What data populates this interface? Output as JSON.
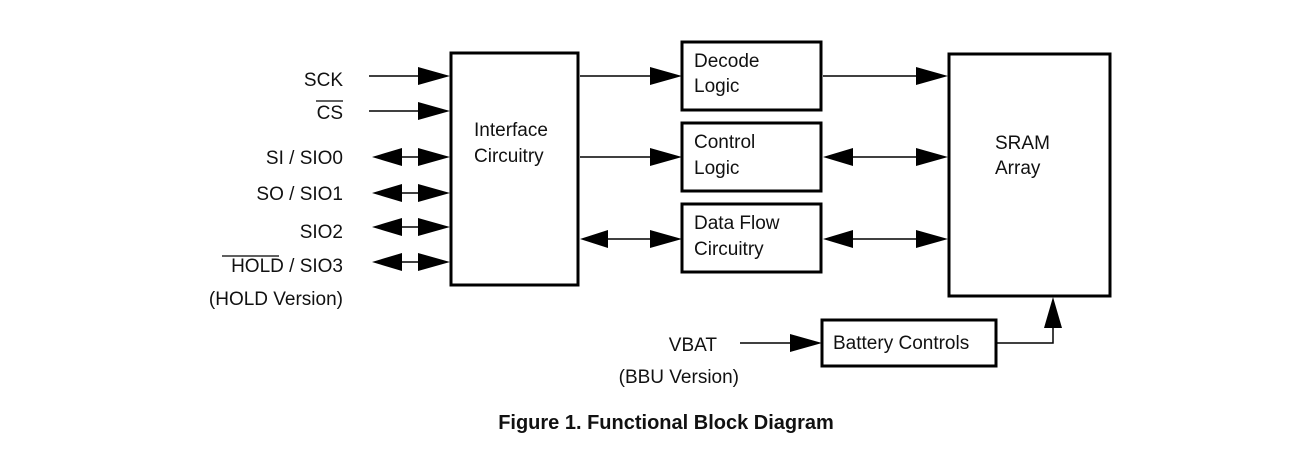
{
  "diagram": {
    "signals": [
      {
        "id": "sck",
        "label": "SCK",
        "overbar": "",
        "suffix": "",
        "direction": "in"
      },
      {
        "id": "cs",
        "label": "CS",
        "overbar": "CS",
        "suffix": "",
        "direction": "in"
      },
      {
        "id": "sio0",
        "label": "SI / SIO0",
        "overbar": "",
        "suffix": "",
        "direction": "bidirectional"
      },
      {
        "id": "sio1",
        "label": "SO / SIO1",
        "overbar": "",
        "suffix": "",
        "direction": "bidirectional"
      },
      {
        "id": "sio2",
        "label": "SIO2",
        "overbar": "",
        "suffix": "",
        "direction": "bidirectional"
      },
      {
        "id": "sio3",
        "label": "HOLD / SIO3",
        "overbar": "HOLD",
        "suffix": " / SIO3",
        "direction": "bidirectional"
      }
    ],
    "hold_note": "(HOLD Version)",
    "blocks": {
      "interface": [
        "Interface",
        "Circuitry"
      ],
      "decode": [
        "Decode",
        "Logic"
      ],
      "control": [
        "Control",
        "Logic"
      ],
      "dataflow": [
        "Data Flow",
        "Circuitry"
      ],
      "sram": [
        "SRAM",
        "Array"
      ],
      "battery": [
        "Battery Controls"
      ]
    },
    "vbat": {
      "label": "VBAT",
      "note": "(BBU Version)"
    },
    "connections": [
      {
        "from": "SCK",
        "to": "interface",
        "type": "in"
      },
      {
        "from": "CS",
        "to": "interface",
        "type": "in"
      },
      {
        "from": "SI / SIO0",
        "to": "interface",
        "type": "bidirectional"
      },
      {
        "from": "SO / SIO1",
        "to": "interface",
        "type": "bidirectional"
      },
      {
        "from": "SIO2",
        "to": "interface",
        "type": "bidirectional"
      },
      {
        "from": "HOLD / SIO3",
        "to": "interface",
        "type": "bidirectional"
      },
      {
        "from": "interface",
        "to": "decode",
        "type": "in"
      },
      {
        "from": "interface",
        "to": "control",
        "type": "in"
      },
      {
        "from": "interface",
        "to": "dataflow",
        "type": "bidirectional"
      },
      {
        "from": "decode",
        "to": "sram",
        "type": "in"
      },
      {
        "from": "control",
        "to": "sram",
        "type": "bidirectional"
      },
      {
        "from": "dataflow",
        "to": "sram",
        "type": "bidirectional"
      },
      {
        "from": "VBAT",
        "to": "battery",
        "type": "in"
      },
      {
        "from": "battery",
        "to": "sram",
        "type": "in"
      }
    ],
    "caption": "Figure 1. Functional Block Diagram"
  }
}
